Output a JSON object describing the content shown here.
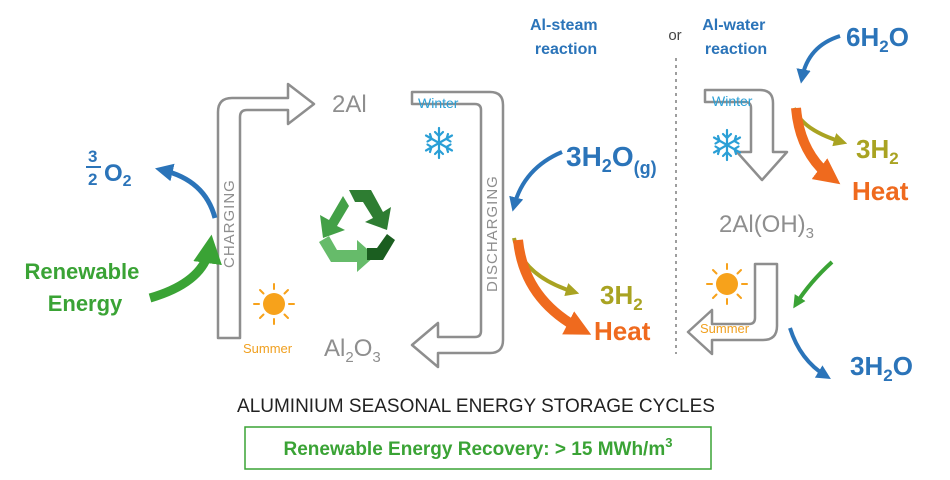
{
  "colors": {
    "blue": "#2b74b9",
    "green": "#3aa335",
    "orange": "#ef6a1e",
    "olive": "#a9a322",
    "grey": "#8e8e8e",
    "snow": "#2a9fd6",
    "sun": "#f7a21b"
  },
  "icons": [
    "recycle-icon",
    "snowflake-icon",
    "sun-icon"
  ],
  "left_cycle": {
    "o2_frac_num": "3",
    "o2_frac_den": "2",
    "o2_formula": "O",
    "o2_sub": "2",
    "renewable_line1": "Renewable",
    "renewable_line2": "Energy",
    "charging_label": "CHARGING",
    "discharging_label": "DISCHARGING",
    "al_label": "2Al",
    "al2o3_main": "Al",
    "al2o3_sub1": "2",
    "al2o3_o": "O",
    "al2o3_sub2": "3",
    "winter_label": "Winter",
    "summer_label": "Summer",
    "steam_main": "3H",
    "steam_sub": "2",
    "steam_o": "O",
    "steam_phase": "(g)",
    "h2_main": "3H",
    "h2_sub": "2",
    "heat_label": "Heat"
  },
  "reaction_labels": {
    "steam_line1": "Al-steam",
    "steam_line2": "reaction",
    "or": "or",
    "water_line1": "Al-water",
    "water_line2": "reaction"
  },
  "right_cycle": {
    "water_in_main": "6H",
    "water_in_sub": "2",
    "water_in_o": "O",
    "winter_label": "Winter",
    "h2_main": "3H",
    "h2_sub": "2",
    "heat_label": "Heat",
    "hydroxide_main": "2Al(OH)",
    "hydroxide_sub": "3",
    "summer_label": "Summer",
    "water_out_main": "3H",
    "water_out_sub": "2",
    "water_out_o": "O"
  },
  "caption": "ALUMINIUM SEASONAL ENERGY STORAGE CYCLES",
  "recovery_box": {
    "text": "Renewable Energy Recovery: > 15 MWh/m",
    "sup": "3"
  }
}
